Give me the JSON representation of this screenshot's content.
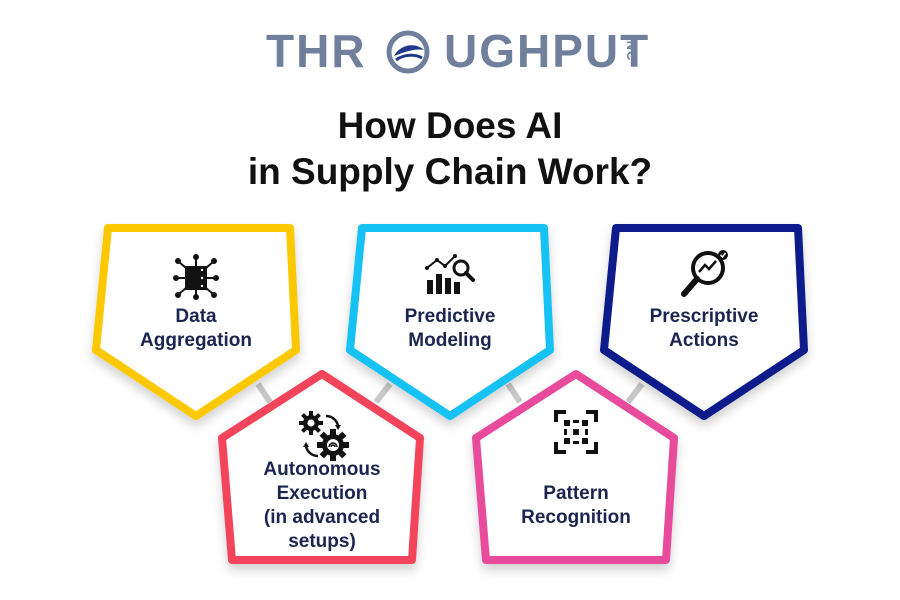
{
  "logo": {
    "text_left": "THR",
    "text_right": "UGHPUT",
    "suffix": "INC",
    "globe_icon": "globe-icon"
  },
  "title": {
    "line1": "How Does AI",
    "line2": "in Supply Chain Work?"
  },
  "colors": {
    "yellow": "#fcc800",
    "cyan": "#19c1f3",
    "navy": "#0d1e8a",
    "red": "#f2455c",
    "pink": "#e94b9c",
    "text": "#1a2550"
  },
  "nodes": [
    {
      "id": "data-aggregation",
      "lines": [
        "Data",
        "Aggregation"
      ],
      "icon": "server-network-icon",
      "color": "#fcc800"
    },
    {
      "id": "predictive-modeling",
      "lines": [
        "Predictive",
        "Modeling"
      ],
      "icon": "chart-magnifier-icon",
      "color": "#19c1f3"
    },
    {
      "id": "prescriptive-actions",
      "lines": [
        "Prescriptive",
        "Actions"
      ],
      "icon": "magnifier-trend-icon",
      "color": "#0d1e8a"
    },
    {
      "id": "autonomous-execution",
      "lines": [
        "Autonomous",
        "Execution",
        "(in advanced",
        "setups)"
      ],
      "icon": "gears-cycle-icon",
      "color": "#f2455c"
    },
    {
      "id": "pattern-recognition",
      "lines": [
        "Pattern",
        "Recognition"
      ],
      "icon": "scan-pattern-icon",
      "color": "#e94b9c"
    }
  ]
}
